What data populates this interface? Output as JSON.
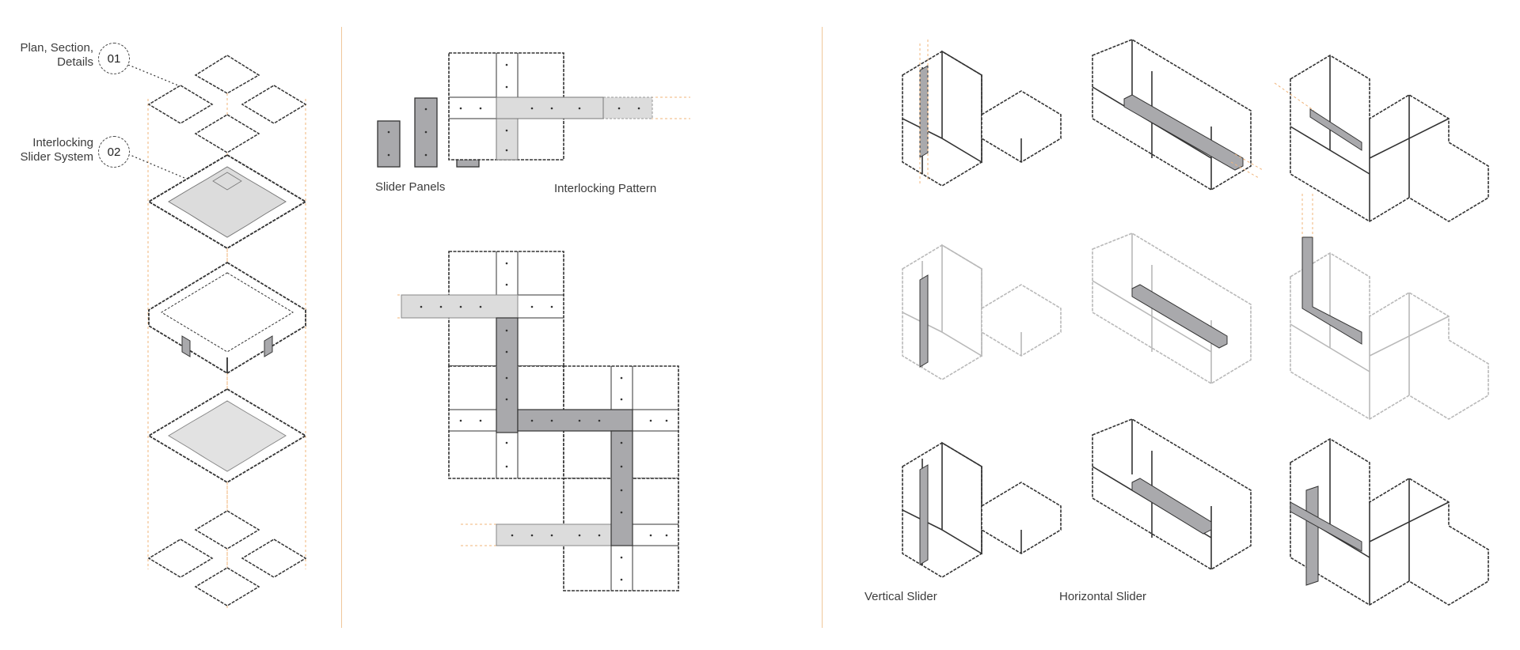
{
  "annotations": {
    "step1": {
      "number": "01",
      "label": "Plan, Section, Details"
    },
    "step2": {
      "number": "02",
      "label": "Interlocking Slider System"
    }
  },
  "captions": {
    "slider_panels": "Slider Panels",
    "interlocking_pattern": "Interlocking Pattern",
    "vertical_slider": "Vertical Slider",
    "horizontal_slider": "Horizontal Slider"
  },
  "colors": {
    "guide_line": "#f0b47a",
    "divider": "#f0c79a",
    "slider_dark": "#a9a9ac",
    "slider_light": "#dcdcdc",
    "stroke": "#3a3a3a"
  }
}
